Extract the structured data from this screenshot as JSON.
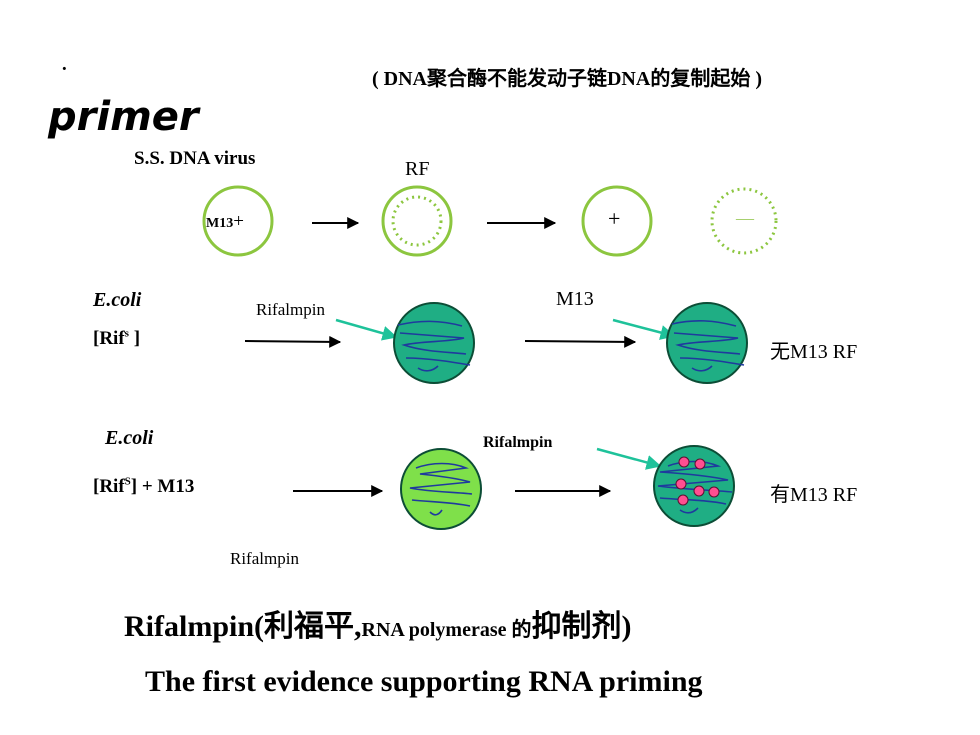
{
  "slide": {
    "bullet": "·",
    "note": "( DNA聚合酶不能发动子链DNA的复制起始 )",
    "title": "primer"
  },
  "row1": {
    "label": "S.S. DNA virus",
    "rf_label": "RF",
    "m13_label": "M13",
    "plus_sign": "+",
    "plus_circle": "+",
    "minus_circle": "—"
  },
  "row2": {
    "organism": "E.coli",
    "genotype_main": "[Rif",
    "genotype_sup": "s",
    "genotype_end": " ]",
    "drug_label": "Rifalmpin",
    "phage_label": "M13",
    "result": "无M13 RF"
  },
  "row3": {
    "organism": "E.coli",
    "genotype_main": "[Rif",
    "genotype_sup": "S",
    "genotype_end": "]  +  M13",
    "drug_label": "Rifalmpin",
    "result": "有M13 RF"
  },
  "footer": {
    "caption": "Rifalmpin",
    "line1_main": "Rifalmpin(利福平,",
    "line1_small": "RNA polymerase 的",
    "line1_end": "抑制剂)",
    "line2": "The first evidence supporting RNA priming"
  },
  "colors": {
    "ring_green": "#8cc63f",
    "cell_teal": "#1fae84",
    "cell_lime": "#7fe04a",
    "arrow_teal": "#1ec29a",
    "dna_blue": "#1f3a9e",
    "dot_pink": "#ff4f91"
  }
}
